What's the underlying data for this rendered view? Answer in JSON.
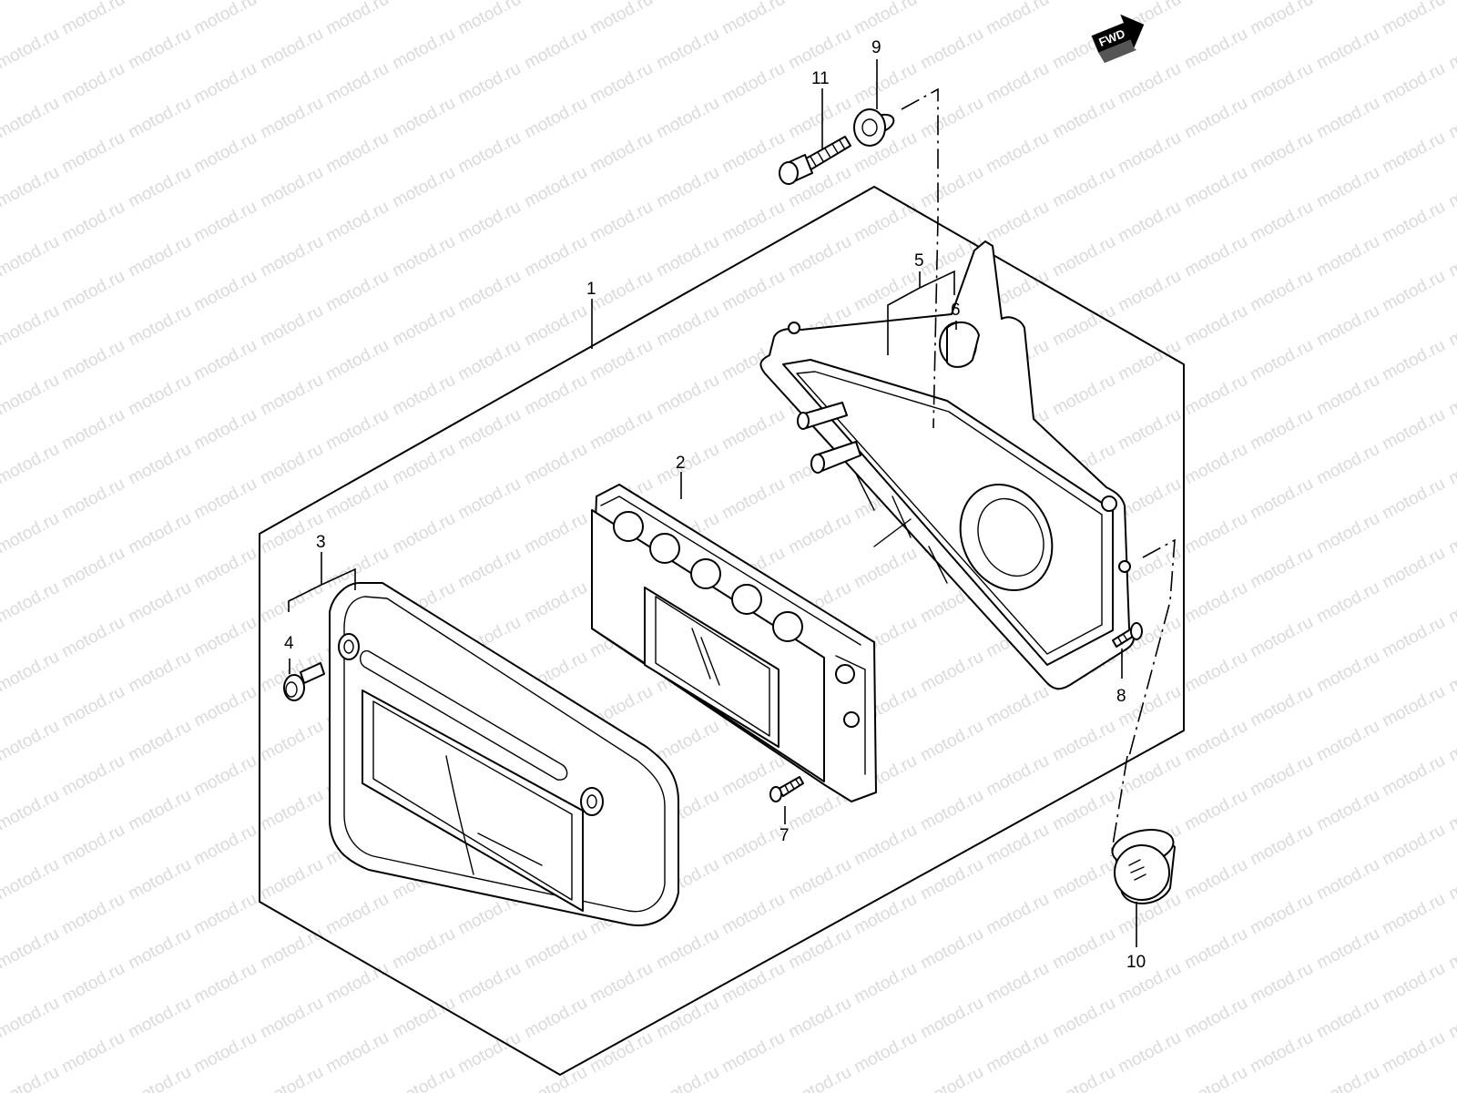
{
  "watermark": {
    "text": "motod.ru"
  },
  "direction": {
    "label": "FWD"
  },
  "callouts": [
    {
      "id": "1",
      "label": "1"
    },
    {
      "id": "2",
      "label": "2"
    },
    {
      "id": "3",
      "label": "3"
    },
    {
      "id": "4",
      "label": "4"
    },
    {
      "id": "5",
      "label": "5"
    },
    {
      "id": "6",
      "label": "6"
    },
    {
      "id": "7",
      "label": "7"
    },
    {
      "id": "8",
      "label": "8"
    },
    {
      "id": "9",
      "label": "9"
    },
    {
      "id": "10",
      "label": "10"
    },
    {
      "id": "11",
      "label": "11"
    }
  ]
}
